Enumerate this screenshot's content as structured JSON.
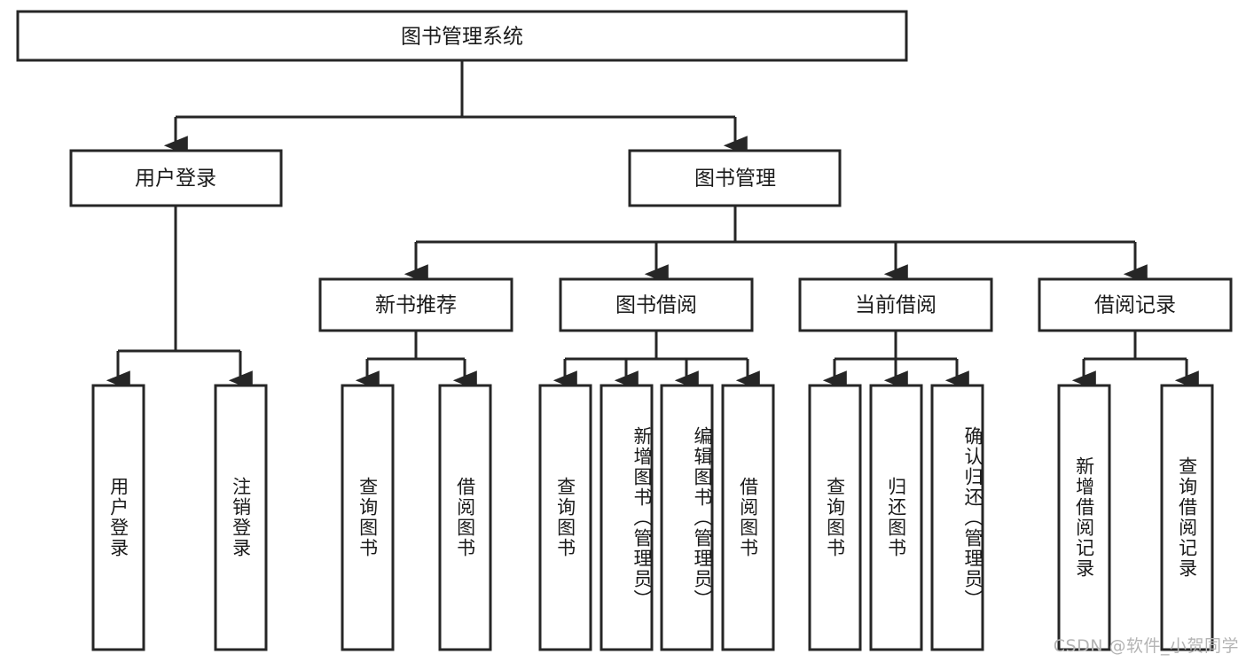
{
  "diagram": {
    "type": "tree-hierarchy",
    "title": "图书管理系统",
    "root": {
      "label": "图书管理系统"
    },
    "level2": [
      {
        "id": "user-login",
        "label": "用户登录"
      },
      {
        "id": "book-management",
        "label": "图书管理"
      }
    ],
    "level3": [
      {
        "id": "new-book-recommend",
        "label": "新书推荐",
        "parent": "book-management"
      },
      {
        "id": "book-borrow",
        "label": "图书借阅",
        "parent": "book-management"
      },
      {
        "id": "current-borrow",
        "label": "当前借阅",
        "parent": "book-management"
      },
      {
        "id": "borrow-record",
        "label": "借阅记录",
        "parent": "book-management"
      }
    ],
    "leaves": [
      {
        "id": "leaf-user-login",
        "label": "用户登录",
        "parent": "user-login"
      },
      {
        "id": "leaf-logout-login",
        "label": "注销登录",
        "parent": "user-login"
      },
      {
        "id": "leaf-query-book-1",
        "label": "查询图书",
        "parent": "new-book-recommend"
      },
      {
        "id": "leaf-borrow-book-1",
        "label": "借阅图书",
        "parent": "new-book-recommend"
      },
      {
        "id": "leaf-query-book-2",
        "label": "查询图书",
        "parent": "book-borrow"
      },
      {
        "id": "leaf-add-book",
        "label": "新增图书（管理员）",
        "parent": "book-borrow"
      },
      {
        "id": "leaf-edit-book",
        "label": "编辑图书（管理员）",
        "parent": "book-borrow"
      },
      {
        "id": "leaf-borrow-book-2",
        "label": "借阅图书",
        "parent": "book-borrow"
      },
      {
        "id": "leaf-query-book-3",
        "label": "查询图书",
        "parent": "current-borrow"
      },
      {
        "id": "leaf-return-book",
        "label": "归还图书",
        "parent": "current-borrow"
      },
      {
        "id": "leaf-confirm-return",
        "label": "确认归还（管理员）",
        "parent": "current-borrow"
      },
      {
        "id": "leaf-add-record",
        "label": "新增借阅记录",
        "parent": "borrow-record"
      },
      {
        "id": "leaf-query-record",
        "label": "查询借阅记录",
        "parent": "borrow-record"
      }
    ]
  },
  "watermark": {
    "text": "CSDN @软件_小贺同学"
  },
  "colors": {
    "stroke": "#262626",
    "fill": "#ffffff",
    "text": "#1a1a1a",
    "watermark": "#b4b4b4"
  }
}
